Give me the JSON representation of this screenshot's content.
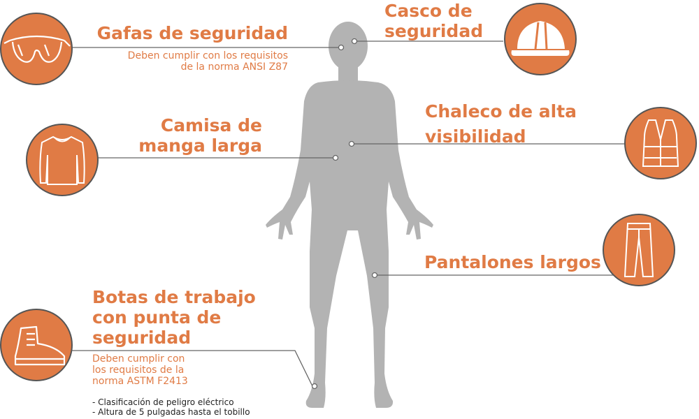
{
  "colors": {
    "accent": "#e07b45",
    "figure": "#b3b3b3",
    "line": "#666666",
    "note_text": "#222222"
  },
  "items": {
    "gafas": {
      "title": "Gafas de seguridad",
      "desc_lines": [
        "Deben cumplir con los requisitos",
        "de la norma ANSI Z87"
      ],
      "icon": "safety-glasses-icon"
    },
    "casco": {
      "title_lines": [
        "Casco de",
        "seguridad"
      ],
      "icon": "hard-hat-icon"
    },
    "camisa": {
      "title_lines": [
        "Camisa de",
        "manga larga"
      ],
      "icon": "long-sleeve-shirt-icon"
    },
    "chaleco": {
      "title_lines": [
        "Chaleco de alta",
        "visibilidad"
      ],
      "icon": "safety-vest-icon"
    },
    "pantalones": {
      "title": "Pantalones largos",
      "icon": "long-pants-icon"
    },
    "botas": {
      "title_lines": [
        "Botas de trabajo",
        "con punta de",
        "seguridad"
      ],
      "desc_lines": [
        "Deben cumplir con",
        "los requisitos de la",
        "norma ASTM F2413"
      ],
      "notes": [
        "- Clasificación de peligro eléctrico",
        "- Altura de 5 pulgadas hasta el tobillo"
      ],
      "icon": "work-boot-icon"
    }
  }
}
